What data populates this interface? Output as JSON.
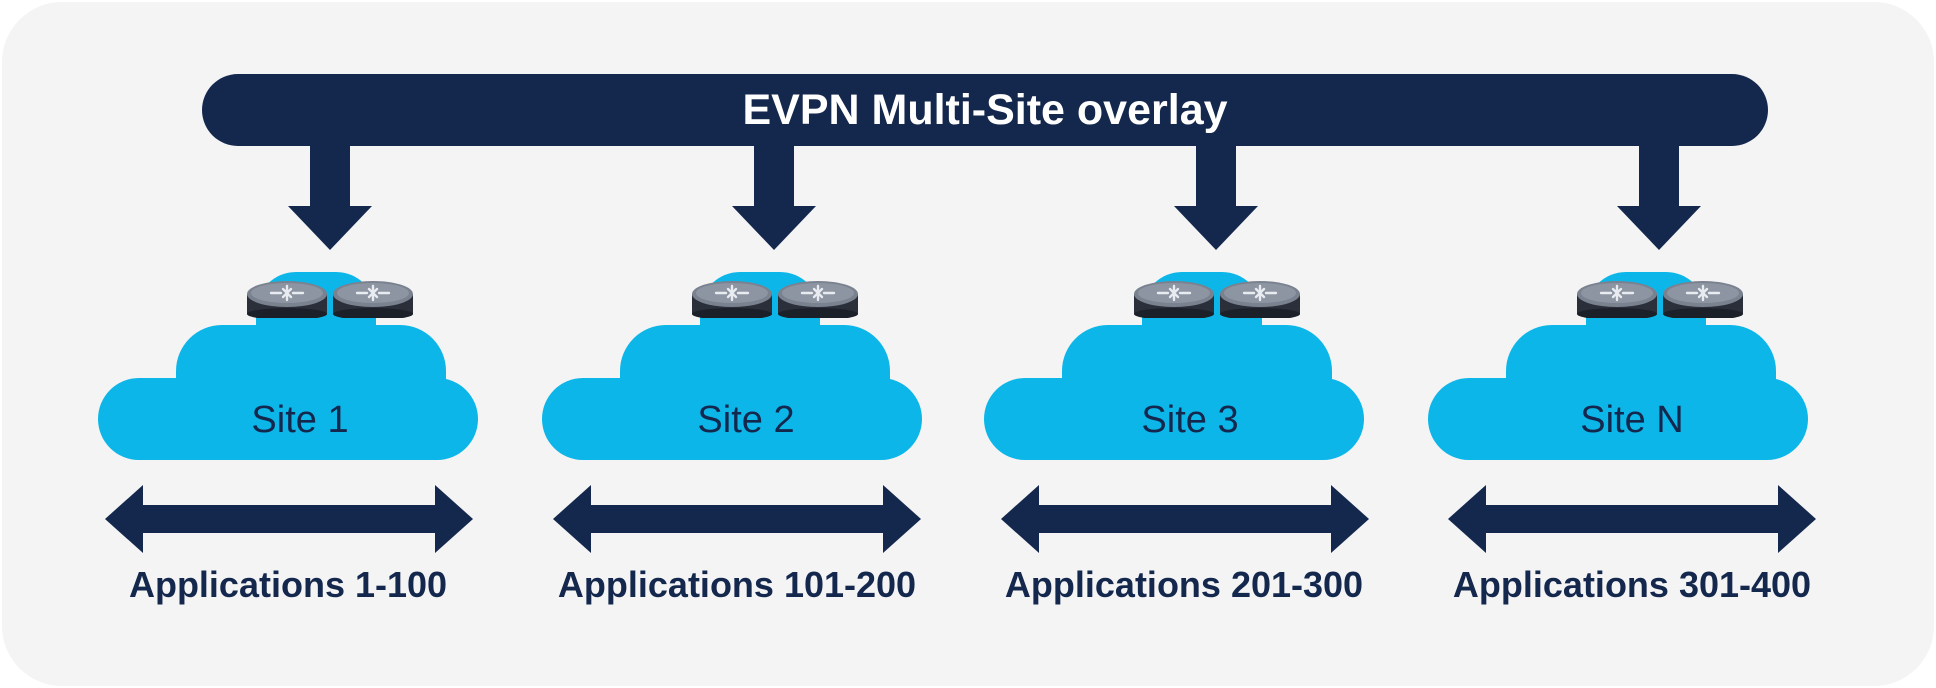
{
  "overlay": {
    "label": "EVPN Multi-Site overlay"
  },
  "colors": {
    "navy": "#14274d",
    "cloud": "#0cb6e8",
    "panel": "#f4f4f5",
    "router_top": "#7a8290",
    "router_side": "#2a2f3a"
  },
  "sites": [
    {
      "name": "Site 1",
      "apps": "Applications 1-100"
    },
    {
      "name": "Site 2",
      "apps": "Applications 101-200"
    },
    {
      "name": "Site 3",
      "apps": "Applications 201-300"
    },
    {
      "name": "Site N",
      "apps": "Applications 301-400"
    }
  ],
  "icons": {
    "router": "router-icon",
    "cloud": "cloud-icon",
    "arrow_down": "arrow-down-icon",
    "double_arrow": "double-arrow-icon"
  }
}
